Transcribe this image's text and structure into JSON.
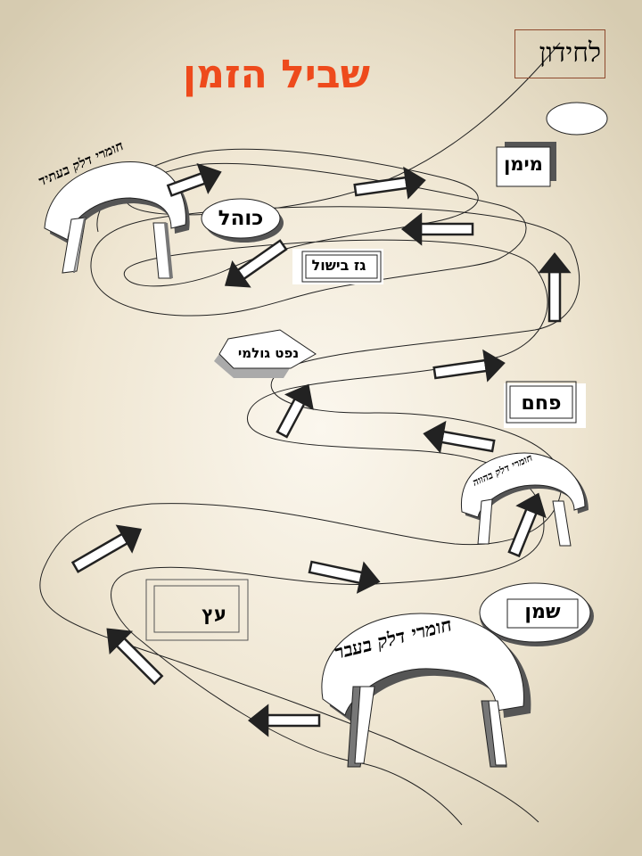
{
  "title": "שביל הזמן",
  "riddle_label": "לחידון",
  "stations": {
    "water": "מימן",
    "alcohol": "כוהל",
    "cooking_gas": "גז בישול",
    "crude_oil": "נפט גולמי",
    "coal": "פחם",
    "wood": "עץ",
    "oil": "שמן"
  },
  "bridges": {
    "future": "חומרי דלק בעתיד",
    "present": "חומרי דלק בהווה",
    "past": "חומרי דלק בעבר"
  }
}
